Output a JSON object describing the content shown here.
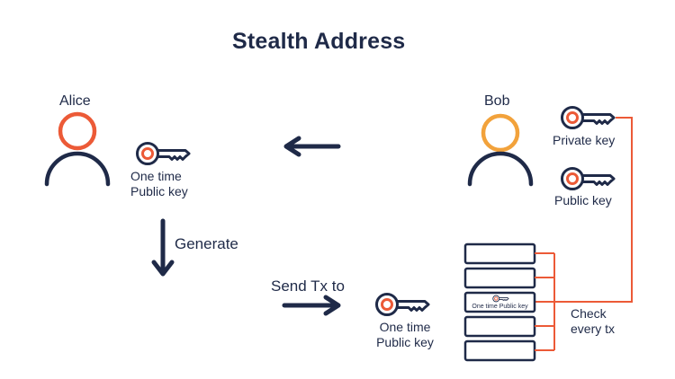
{
  "title": "Stealth Address",
  "alice": {
    "name": "Alice",
    "key_label_line1": "One time",
    "key_label_line2": "Public key"
  },
  "bob": {
    "name": "Bob",
    "private_key_label": "Private key",
    "public_key_label": "Public key"
  },
  "generate_label": "Generate",
  "send_label": "Send Tx to",
  "sent_key": {
    "line1": "One time",
    "line2": "Public key"
  },
  "ledger": {
    "highlight_entry": "One time Public key"
  },
  "check_label": {
    "line1": "Check",
    "line2": "every tx"
  },
  "colors": {
    "navy": "#1f2a48",
    "alice_head": "#ec5a37",
    "bob_head": "#f2a23b",
    "key_ring": "#ec5a37",
    "connector": "#ec5a37"
  },
  "icons": [
    "person-icon",
    "key-icon",
    "arrow-left-icon",
    "arrow-down-icon",
    "arrow-right-icon",
    "ledger-icon"
  ]
}
